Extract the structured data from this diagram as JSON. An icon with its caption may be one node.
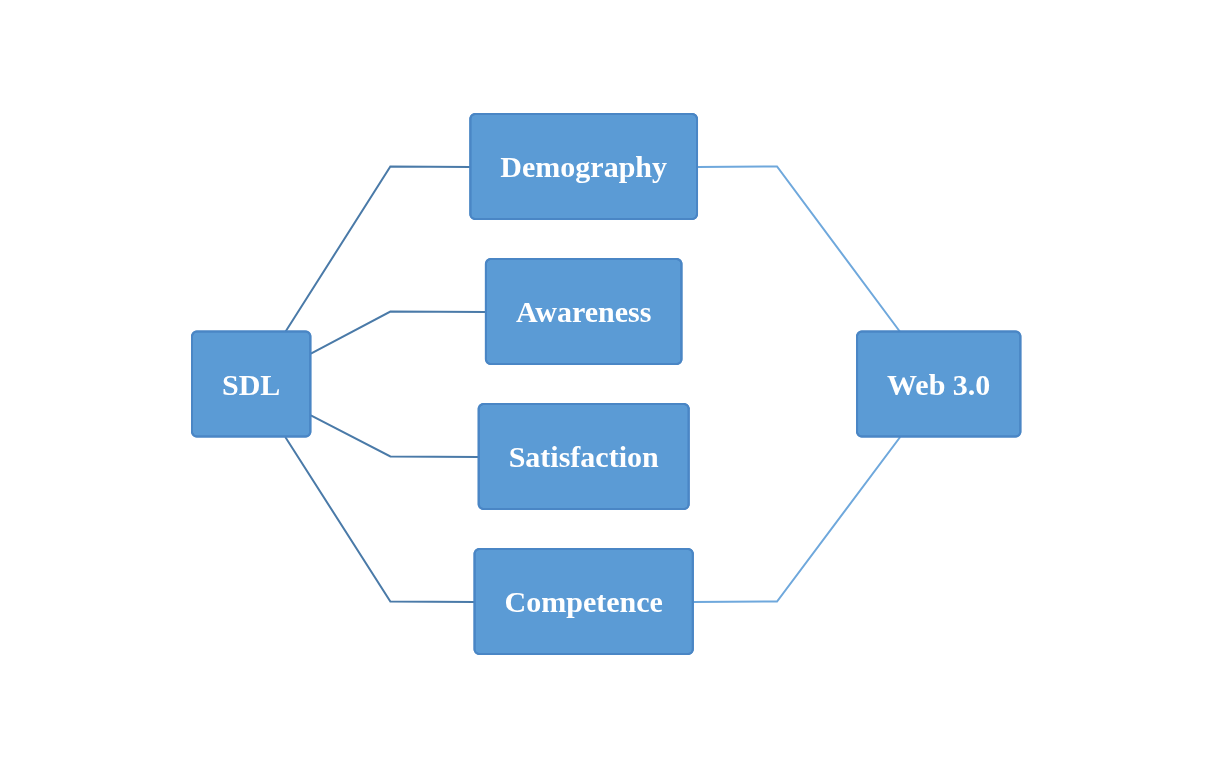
{
  "diagram": {
    "nodes": [
      {
        "text": [
          "SDL"
        ]
      },
      {
        "text": [
          "Demography"
        ]
      },
      {
        "text": [
          "Awareness"
        ]
      },
      {
        "text": [
          "Satisfaction"
        ]
      },
      {
        "text": [
          "Competence"
        ]
      },
      {
        "text": [
          "Web 3.0"
        ]
      }
    ],
    "edges": [
      {
        "from": 0,
        "to": 1,
        "arrow": "none"
      },
      {
        "from": 0,
        "to": 2,
        "arrow": "none"
      },
      {
        "from": 0,
        "to": 3,
        "arrow": "none"
      },
      {
        "from": 0,
        "to": 4,
        "arrow": "none"
      },
      {
        "from": 1,
        "to": 5,
        "arrow": "none",
        "color": "#6fa8dc"
      },
      {
        "from": 4,
        "to": 5,
        "arrow": "none",
        "color": "#6fa8dc"
      }
    ]
  }
}
